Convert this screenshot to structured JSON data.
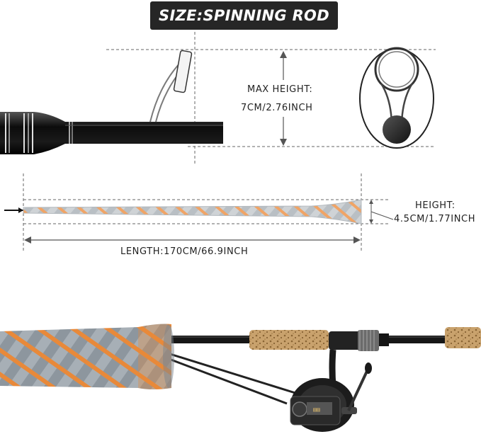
{
  "title": "SIZE:SPINNING ROD",
  "max_height": {
    "label": "MAX HEIGHT:",
    "value": "7CM/2.76INCH"
  },
  "height": {
    "label": "HEIGHT:",
    "value": "4.5CM/1.77INCH"
  },
  "length": {
    "value": "LENGTH:170CM/66.9INCH"
  },
  "colors": {
    "title_background": "#262626",
    "sleeve_orange": "#e8893a",
    "sleeve_gray": "#9aa3ab",
    "rod_black": "#111111",
    "cork": "#c8a06a"
  },
  "icons": [
    "rod-butt-illustration",
    "guide-ring-icon",
    "sleeve-illustration",
    "fishing-reel-icon"
  ]
}
